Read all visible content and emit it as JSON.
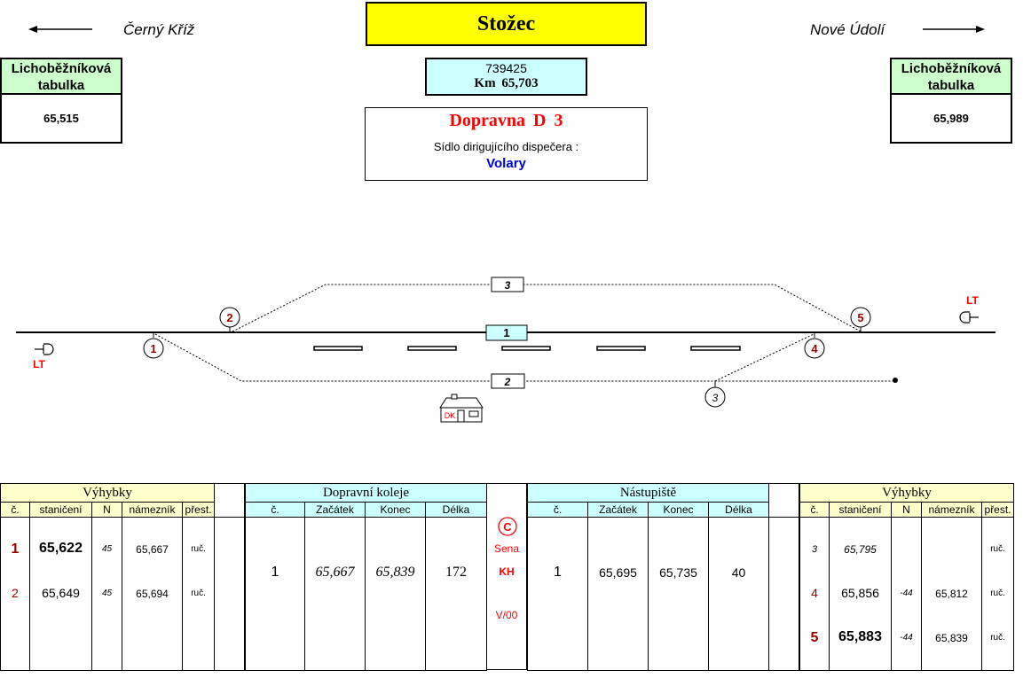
{
  "station": {
    "name": "Stožec",
    "code": "739425",
    "km": "Km  65,703",
    "type": "Dopravna  D 3",
    "dispatcher_label": "Sídlo dirigujícího dispečera :",
    "dispatcher_place": "Volary"
  },
  "directions": {
    "left": "Černý Kříž",
    "right": "Nové Údolí"
  },
  "trapezoid_boards": {
    "left": {
      "label_line1": "Lichoběžníková",
      "label_line2": "tabulka",
      "value": "65,515"
    },
    "right": {
      "label_line1": "Lichoběžníková",
      "label_line2": "tabulka",
      "value": "65,989"
    }
  },
  "diagram": {
    "tracks": [
      "1",
      "2",
      "3"
    ],
    "switches": [
      "1",
      "2",
      "3",
      "4",
      "5"
    ],
    "signals": [
      "LT",
      "LT"
    ],
    "building_label": "DK"
  },
  "colors": {
    "title_bg": "#ffff00",
    "km_bg": "#ccffff",
    "board_head_bg": "#ccffcc",
    "red": "#ff0000",
    "blue": "#0000cc",
    "dark_red": "#990000",
    "table_yellow": "#ffffcc",
    "table_cyan": "#ccffff"
  },
  "switches_left": {
    "title": "Výhybky",
    "headers": [
      "č.",
      "staničení",
      "N",
      "námezník",
      "přest."
    ],
    "rows": [
      {
        "no": "1",
        "km": "65,622",
        "n": "45",
        "limit": "65,667",
        "op": "ruč."
      },
      {
        "no": "2",
        "km": "65,649",
        "n": "45",
        "limit": "65,694",
        "op": "ruč."
      }
    ]
  },
  "tracks_table": {
    "title": "Dopravní  koleje",
    "headers": [
      "č.",
      "Začátek",
      "Konec",
      "Délka"
    ],
    "rows": [
      {
        "no": "1",
        "start": "65,667",
        "end": "65,839",
        "length": "172"
      }
    ]
  },
  "middle_info": {
    "circle": "C",
    "line1": "Sena",
    "line2": "KH",
    "line3": "V/00"
  },
  "platforms": {
    "title": "Nástupiště",
    "headers": [
      "č.",
      "Začátek",
      "Konec",
      "Délka"
    ],
    "rows": [
      {
        "no": "1",
        "start": "65,695",
        "end": "65,735",
        "length": "40"
      }
    ]
  },
  "switches_right": {
    "title": "Výhybky",
    "headers": [
      "č.",
      "staničení",
      "N",
      "námezník",
      "přest."
    ],
    "rows": [
      {
        "no": "3",
        "km": "65,795",
        "n": "",
        "limit": "",
        "op": "ruč."
      },
      {
        "no": "4",
        "km": "65,856",
        "n": "-44",
        "limit": "65,812",
        "op": "ruč."
      },
      {
        "no": "5",
        "km": "65,883",
        "n": "-44",
        "limit": "65,839",
        "op": "ruč."
      }
    ]
  }
}
